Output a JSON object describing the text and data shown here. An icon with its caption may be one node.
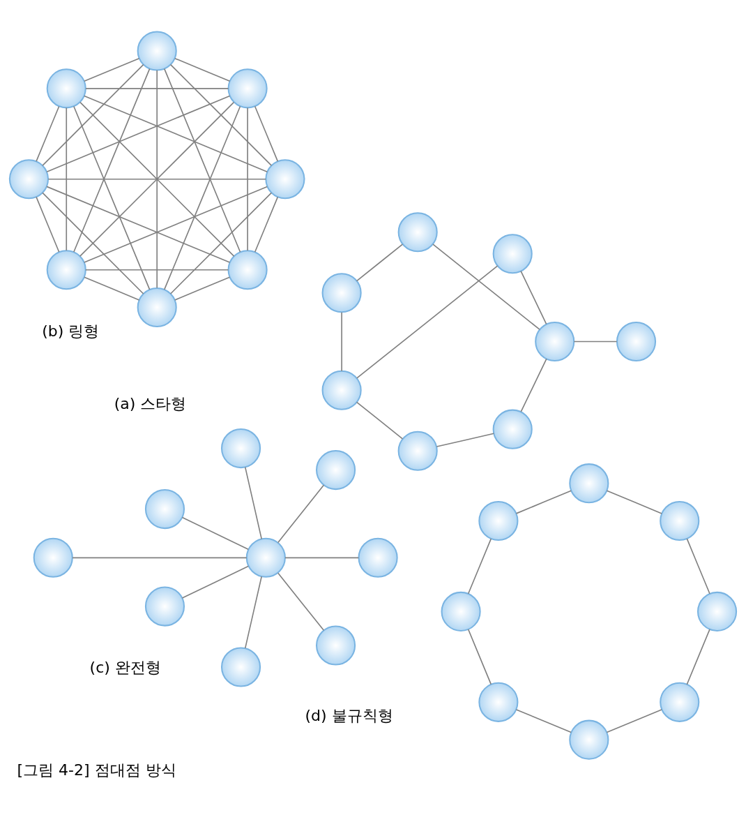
{
  "diagram": {
    "caption": "[그림 4-2] 점대점 방식",
    "nodes": [
      {
        "text": [],
        "shape": "circle"
      },
      {
        "text": [],
        "shape": "circle"
      },
      {
        "text": [],
        "shape": "circle"
      },
      {
        "text": [],
        "shape": "circle"
      },
      {
        "text": [],
        "shape": "circle"
      },
      {
        "text": [],
        "shape": "circle"
      },
      {
        "text": [],
        "shape": "circle"
      },
      {
        "text": [],
        "shape": "circle"
      },
      {
        "text": [],
        "shape": "circle"
      },
      {
        "text": [],
        "shape": "circle"
      },
      {
        "text": [],
        "shape": "circle"
      },
      {
        "text": [],
        "shape": "circle"
      },
      {
        "text": [],
        "shape": "circle"
      },
      {
        "text": [],
        "shape": "circle"
      },
      {
        "text": [],
        "shape": "circle"
      },
      {
        "text": [],
        "shape": "circle"
      },
      {
        "text": [],
        "shape": "circle"
      },
      {
        "text": [],
        "shape": "circle"
      },
      {
        "text": [],
        "shape": "circle"
      },
      {
        "text": [],
        "shape": "circle"
      },
      {
        "text": [],
        "shape": "circle"
      },
      {
        "text": [],
        "shape": "circle"
      },
      {
        "text": [],
        "shape": "circle"
      },
      {
        "text": [],
        "shape": "circle"
      },
      {
        "text": [],
        "shape": "circle"
      },
      {
        "text": [],
        "shape": "circle"
      },
      {
        "text": [],
        "shape": "circle"
      },
      {
        "text": [],
        "shape": "circle"
      },
      {
        "text": [],
        "shape": "circle"
      },
      {
        "text": [],
        "shape": "circle"
      },
      {
        "text": [],
        "shape": "circle"
      },
      {
        "text": [],
        "shape": "circle"
      },
      {
        "text": [],
        "shape": "circle"
      }
    ],
    "edges": [
      {
        "from": 4,
        "to": 0,
        "arrow": "none"
      },
      {
        "from": 4,
        "to": 1,
        "arrow": "none"
      },
      {
        "from": 4,
        "to": 2,
        "arrow": "none"
      },
      {
        "from": 4,
        "to": 3,
        "arrow": "none"
      },
      {
        "from": 4,
        "to": 5,
        "arrow": "none"
      },
      {
        "from": 4,
        "to": 6,
        "arrow": "none"
      },
      {
        "from": 4,
        "to": 7,
        "arrow": "none"
      },
      {
        "from": 4,
        "to": 8,
        "arrow": "none"
      },
      {
        "from": 9,
        "to": 11,
        "arrow": "none"
      },
      {
        "from": 11,
        "to": 13,
        "arrow": "none"
      },
      {
        "from": 13,
        "to": 15,
        "arrow": "none"
      },
      {
        "from": 15,
        "to": 16,
        "arrow": "none"
      },
      {
        "from": 16,
        "to": 14,
        "arrow": "none"
      },
      {
        "from": 14,
        "to": 12,
        "arrow": "none"
      },
      {
        "from": 12,
        "to": 10,
        "arrow": "none"
      },
      {
        "from": 10,
        "to": 9,
        "arrow": "none"
      },
      {
        "from": 17,
        "to": 18,
        "arrow": "none"
      },
      {
        "from": 17,
        "to": 19,
        "arrow": "none"
      },
      {
        "from": 17,
        "to": 20,
        "arrow": "none"
      },
      {
        "from": 17,
        "to": 21,
        "arrow": "none"
      },
      {
        "from": 17,
        "to": 22,
        "arrow": "none"
      },
      {
        "from": 17,
        "to": 23,
        "arrow": "none"
      },
      {
        "from": 17,
        "to": 24,
        "arrow": "none"
      },
      {
        "from": 18,
        "to": 19,
        "arrow": "none"
      },
      {
        "from": 18,
        "to": 20,
        "arrow": "none"
      },
      {
        "from": 18,
        "to": 21,
        "arrow": "none"
      },
      {
        "from": 18,
        "to": 22,
        "arrow": "none"
      },
      {
        "from": 18,
        "to": 23,
        "arrow": "none"
      },
      {
        "from": 18,
        "to": 24,
        "arrow": "none"
      },
      {
        "from": 19,
        "to": 20,
        "arrow": "none"
      },
      {
        "from": 19,
        "to": 21,
        "arrow": "none"
      },
      {
        "from": 19,
        "to": 22,
        "arrow": "none"
      },
      {
        "from": 19,
        "to": 23,
        "arrow": "none"
      },
      {
        "from": 19,
        "to": 24,
        "arrow": "none"
      },
      {
        "from": 20,
        "to": 21,
        "arrow": "none"
      },
      {
        "from": 20,
        "to": 22,
        "arrow": "none"
      },
      {
        "from": 20,
        "to": 23,
        "arrow": "none"
      },
      {
        "from": 20,
        "to": 24,
        "arrow": "none"
      },
      {
        "from": 21,
        "to": 22,
        "arrow": "none"
      },
      {
        "from": 21,
        "to": 23,
        "arrow": "none"
      },
      {
        "from": 21,
        "to": 24,
        "arrow": "none"
      },
      {
        "from": 22,
        "to": 23,
        "arrow": "none"
      },
      {
        "from": 22,
        "to": 24,
        "arrow": "none"
      },
      {
        "from": 23,
        "to": 24,
        "arrow": "none"
      },
      {
        "from": 26,
        "to": 25,
        "arrow": "none"
      },
      {
        "from": 25,
        "to": 27,
        "arrow": "none"
      },
      {
        "from": 26,
        "to": 31,
        "arrow": "none"
      },
      {
        "from": 27,
        "to": 28,
        "arrow": "none"
      },
      {
        "from": 26,
        "to": 30,
        "arrow": "none"
      },
      {
        "from": 30,
        "to": 32,
        "arrow": "none"
      },
      {
        "from": 27,
        "to": 32,
        "arrow": "none"
      },
      {
        "from": 27,
        "to": 29,
        "arrow": "none"
      },
      {
        "from": 29,
        "to": 31,
        "arrow": "none"
      }
    ],
    "labels": [
      "(a) 스타형",
      "(b) 링형",
      "(c) 완전형",
      "(d) 불규칙형"
    ]
  }
}
